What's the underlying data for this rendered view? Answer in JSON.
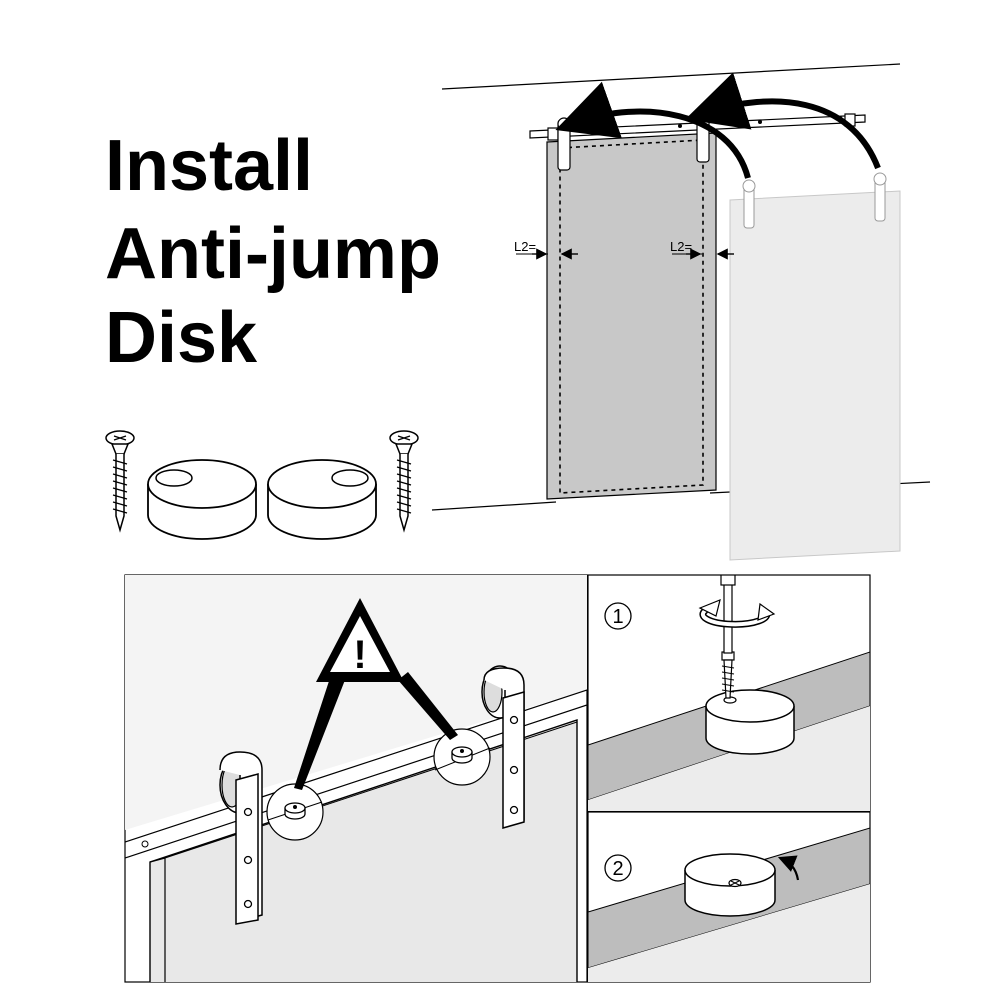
{
  "title": {
    "line1": "Install",
    "line2": "Anti-jump",
    "line3": "Disk"
  },
  "dimensions": {
    "left_label": "L2=",
    "right_label": "L2="
  },
  "warning": {
    "symbol": "!"
  },
  "steps": {
    "step1": "1",
    "step2": "2"
  },
  "icons": {
    "screw": "screw-icon",
    "disk": "anti-jump-disk-icon",
    "warning": "warning-triangle-icon",
    "rotate": "rotate-arrow-icon"
  },
  "colors": {
    "line": "#000000",
    "door_dark": "#c8c8c8",
    "door_light": "#ececec",
    "panel_bg": "#f2f2f2",
    "track_band": "#bdbdbd"
  }
}
